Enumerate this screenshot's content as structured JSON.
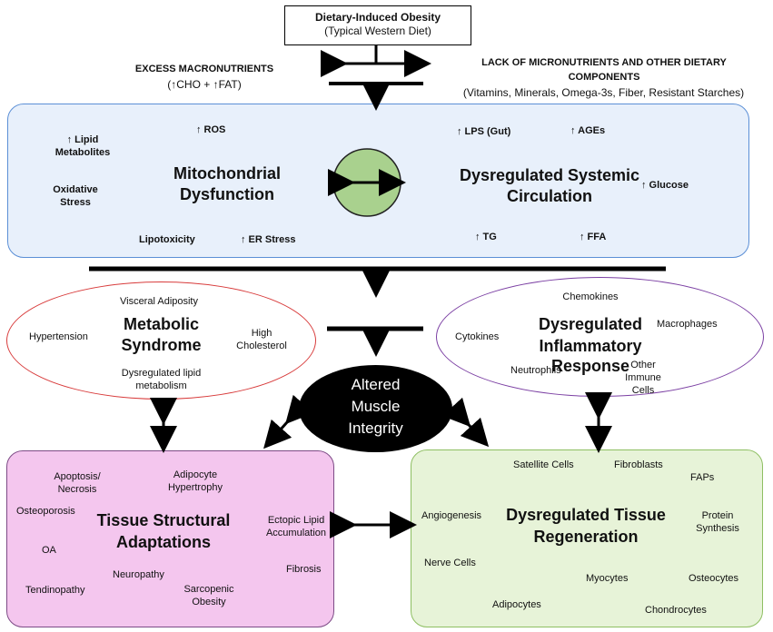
{
  "top": {
    "title": "Dietary-Induced Obesity",
    "subtitle": "(Typical Western Diet)"
  },
  "left_header": {
    "line1": "EXCESS MACRONUTRIENTS",
    "line2": "(↑CHO + ↑FAT)"
  },
  "right_header": {
    "line1": "LACK OF MICRONUTRIENTS AND OTHER DIETARY",
    "line2": "COMPONENTS",
    "line3": "(Vitamins, Minerals, Omega-3s, Fiber, Resistant Starches)"
  },
  "blue_box": {
    "lipid_metabolites": "↑ Lipid Metabolites",
    "ros": "↑ ROS",
    "oxidative_stress": "Oxidative Stress",
    "mito_line1": "Mitochondrial",
    "mito_line2": "Dysfunction",
    "lipotoxicity": "Lipotoxicity",
    "er_stress": "↑ ER Stress",
    "lps": "↑ LPS (Gut)",
    "ages": "↑ AGEs",
    "circ_line1": "Dysregulated Systemic",
    "circ_line2": "Circulation",
    "glucose": "↑ Glucose",
    "tg": "↑ TG",
    "ffa": "↑ FFA"
  },
  "metabolic": {
    "visceral": "Visceral Adiposity",
    "hypertension": "Hypertension",
    "title1": "Metabolic",
    "title2": "Syndrome",
    "high_chol": "High Cholesterol",
    "dyslipid": "Dysregulated lipid metabolism"
  },
  "inflammatory": {
    "chemokines": "Chemokines",
    "cytokines": "Cytokines",
    "title1": "Dysregulated",
    "title2": "Inflammatory Response",
    "macrophages": "Macrophages",
    "neutrophils": "Neutrophils",
    "other": "Other Immune Cells"
  },
  "center": {
    "line1": "Altered",
    "line2": "Muscle",
    "line3": "Integrity"
  },
  "structural": {
    "apoptosis": "Apoptosis/ Necrosis",
    "adipocyte": "Adipocyte Hypertrophy",
    "osteoporosis": "Osteoporosis",
    "title1": "Tissue Structural",
    "title2": "Adaptations",
    "ectopic": "Ectopic Lipid Accumulation",
    "oa": "OA",
    "neuropathy": "Neuropathy",
    "fibrosis": "Fibrosis",
    "tendinopathy": "Tendinopathy",
    "sarcopenic": "Sarcopenic Obesity"
  },
  "regeneration": {
    "satellite": "Satellite Cells",
    "fibroblasts": "Fibroblasts",
    "faps": "FAPs",
    "angiogenesis": "Angiogenesis",
    "title1": "Dysregulated Tissue",
    "title2": "Regeneration",
    "protein": "Protein Synthesis",
    "nerve": "Nerve Cells",
    "myocytes": "Myocytes",
    "osteocytes": "Osteocytes",
    "adipocytes": "Adipocytes",
    "chondrocytes": "Chondrocytes"
  },
  "colors": {
    "blue_fill": "#e8f0fb",
    "blue_border": "#5b8fd6",
    "green_circle": "#a9d18e",
    "red_border": "#d83b3b",
    "purple_border": "#7b3fa3",
    "pink_fill": "#f4c6ee",
    "pink_border": "#7d4b86",
    "green_fill": "#e7f3d8",
    "green_border": "#8ebf62"
  }
}
